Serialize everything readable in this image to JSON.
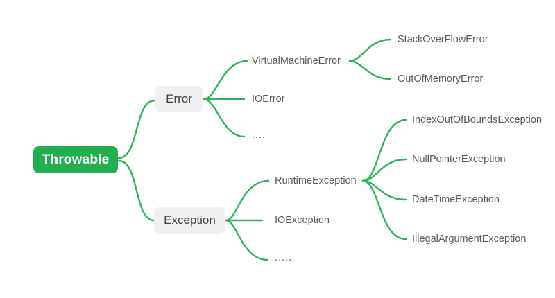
{
  "colors": {
    "primary_green": "#23ae50",
    "connector_green": "#2fb457",
    "gray_node_bg": "#f0f0f0",
    "gray_node_text": "#404040",
    "leaf_text": "#595959",
    "background": "#ffffff"
  },
  "mindmap": {
    "root": {
      "label": "Throwable"
    },
    "branches": [
      {
        "label": "Error",
        "children": [
          {
            "label": "VirtualMachineError",
            "children": [
              {
                "label": "StackOverFlowError"
              },
              {
                "label": "OutOfMemoryError"
              }
            ]
          },
          {
            "label": "IOError"
          },
          {
            "label": "...."
          }
        ]
      },
      {
        "label": "Exception",
        "children": [
          {
            "label": "RuntimeException",
            "children": [
              {
                "label": "IndexOutOfBoundsException"
              },
              {
                "label": "NullPointerException"
              },
              {
                "label": "DateTimeException"
              },
              {
                "label": "IllegalArgumentException"
              }
            ]
          },
          {
            "label": "IOException"
          },
          {
            "label": "....."
          }
        ]
      }
    ]
  }
}
